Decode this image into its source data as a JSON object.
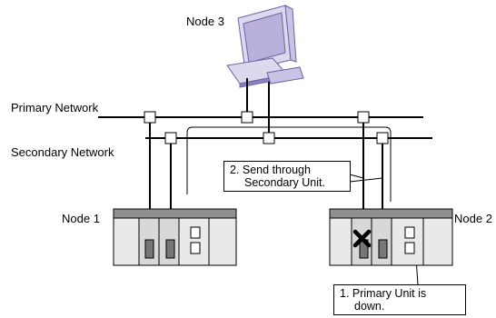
{
  "labels": {
    "node3": "Node 3",
    "primary_network": "Primary Network",
    "secondary_network": "Secondary Network",
    "node1": "Node 1",
    "node2": "Node 2"
  },
  "callouts": {
    "send_line1": "2. Send through",
    "send_line2": "Secondary Unit.",
    "down_line1": "1. Primary Unit is",
    "down_line2": "down."
  },
  "status": {
    "failed_unit_marker": "x-mark-icon"
  },
  "colors": {
    "lines": "#000000",
    "plc_body": "#e9e9e9",
    "plc_header": "#8f8f8f",
    "plc_section": "#d8d8d8",
    "comm_unit": "#777777",
    "computer_body": "#dcd8ee",
    "computer_screen": "#b9b1dc",
    "computer_accent": "#8a80c0"
  }
}
